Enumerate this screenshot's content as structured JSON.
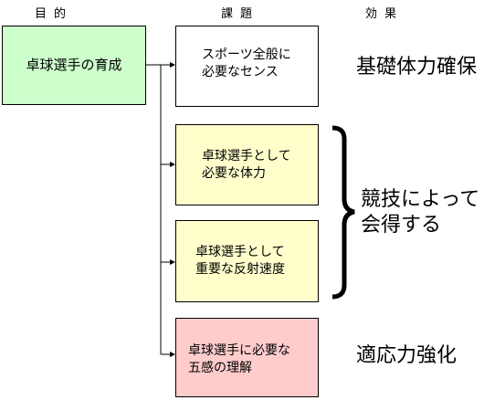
{
  "headers": {
    "purpose": "目的",
    "task": "課題",
    "effect": "効果"
  },
  "purpose_box": {
    "label": "卓球選手の育成",
    "fill": "#ccffcc"
  },
  "tasks": [
    {
      "lines": [
        "スポーツ全般に",
        "必要なセンス"
      ],
      "fill": "#ffffff"
    },
    {
      "lines": [
        "卓球選手として",
        "必要な体力"
      ],
      "fill": "#ffffcc"
    },
    {
      "lines": [
        "卓球選手として",
        "重要な反射速度"
      ],
      "fill": "#ffffcc"
    },
    {
      "lines": [
        "卓球選手に必要な",
        "五感の理解"
      ],
      "fill": "#ffcccc"
    }
  ],
  "effects": {
    "basic_fitness": "基礎体力確保",
    "competition_lines": [
      "競技によって",
      "会得する"
    ],
    "adaptation": "適応力強化"
  }
}
